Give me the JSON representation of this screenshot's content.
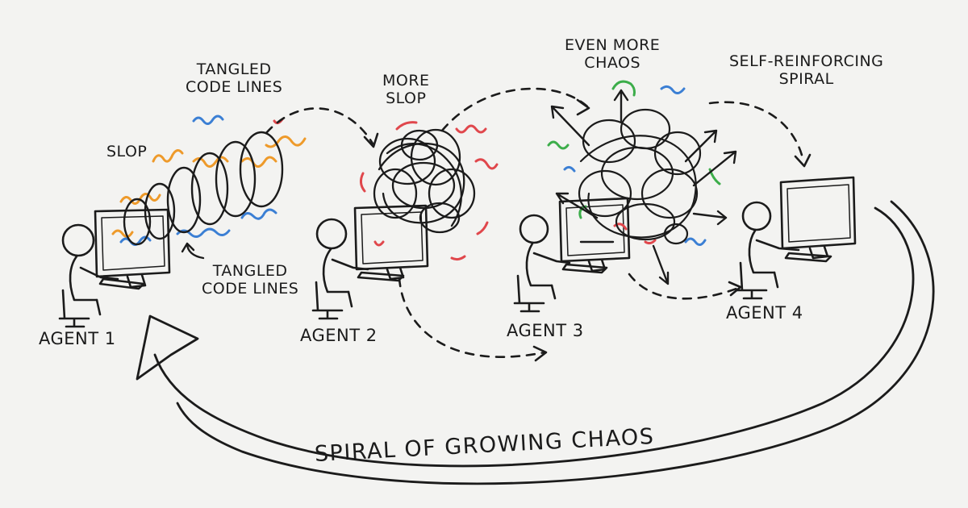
{
  "agents": [
    {
      "label": "AGENT 1"
    },
    {
      "label": "AGENT 2"
    },
    {
      "label": "AGENT 3"
    },
    {
      "label": "AGENT 4"
    }
  ],
  "annotations": {
    "slop": "SLOP",
    "tangled_top": "TANGLED\nCODE LINES",
    "tangled_bottom": "TANGLED\nCODE LINES",
    "more_slop": "MORE\nSLOP",
    "even_more_chaos": "EVEN MORE\nCHAOS",
    "self_reinforcing": "SELF-REINFORCING\nSPIRAL"
  },
  "caption": "SPIRAL OF GROWING CHAOS",
  "colors": {
    "ink": "#1b1b1b",
    "orange": "#ee9a2a",
    "blue": "#3b7fd4",
    "red": "#e0474c",
    "green": "#3cad4a",
    "background": "#f3f3f1"
  }
}
